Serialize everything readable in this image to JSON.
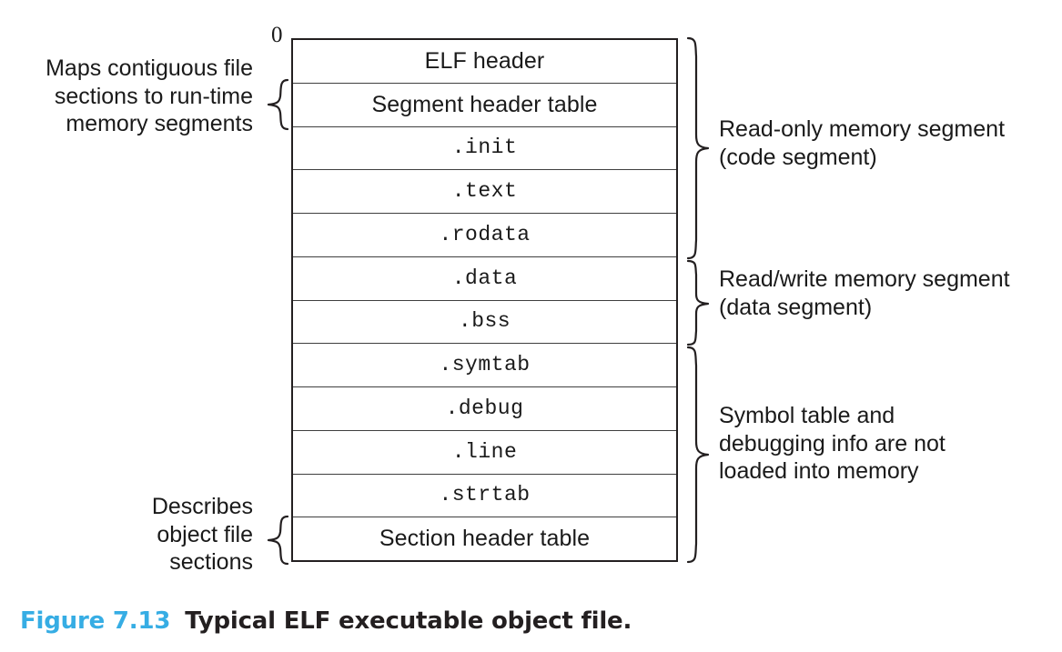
{
  "figure": {
    "origin_label": "0",
    "caption_number": "Figure 7.13",
    "caption_title": "Typical ELF executable object file.",
    "caption_number_color": "#36ade4",
    "caption_title_color": "#231f20",
    "line_color": "#231f20"
  },
  "table": {
    "rows": [
      {
        "label": "ELF header",
        "style": "sans"
      },
      {
        "label": "Segment header table",
        "style": "sans"
      },
      {
        "label": ".init",
        "style": "mono"
      },
      {
        "label": ".text",
        "style": "mono"
      },
      {
        "label": ".rodata",
        "style": "mono"
      },
      {
        "label": ".data",
        "style": "mono"
      },
      {
        "label": ".bss",
        "style": "mono"
      },
      {
        "label": ".symtab",
        "style": "mono"
      },
      {
        "label": ".debug",
        "style": "mono"
      },
      {
        "label": ".line",
        "style": "mono"
      },
      {
        "label": ".strtab",
        "style": "mono"
      },
      {
        "label": "Section header table",
        "style": "sans"
      }
    ]
  },
  "annotations": {
    "left": [
      {
        "id": "maps",
        "text": "Maps contiguous file\nsections to run-time\nmemory segments",
        "covers": [
          "Segment header table"
        ]
      },
      {
        "id": "describes",
        "text": "Describes\nobject file\nsections",
        "covers": [
          "Section header table"
        ]
      }
    ],
    "right": [
      {
        "id": "readonly",
        "text": "Read-only memory segment\n(code segment)",
        "covers": [
          "ELF header",
          "Segment header table",
          ".init",
          ".text",
          ".rodata"
        ]
      },
      {
        "id": "readwrite",
        "text": "Read/write memory segment\n(data segment)",
        "covers": [
          ".data",
          ".bss"
        ]
      },
      {
        "id": "symbols",
        "text": "Symbol table and\ndebugging info are not\nloaded into memory",
        "covers": [
          ".symtab",
          ".debug",
          ".line",
          ".strtab",
          "Section header table"
        ]
      }
    ]
  }
}
